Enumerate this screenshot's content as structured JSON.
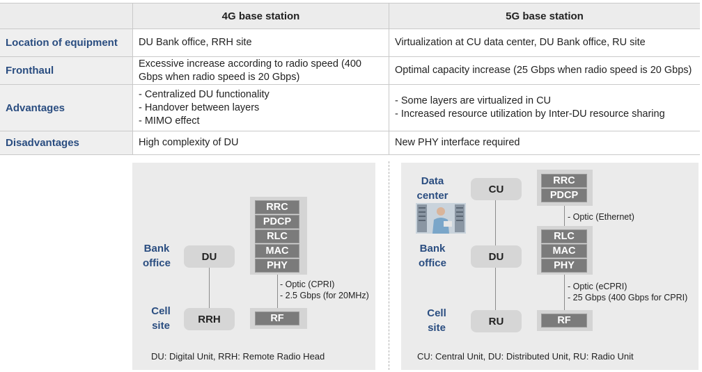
{
  "table": {
    "headers": [
      "",
      "4G base station",
      "5G base station"
    ],
    "rows": [
      {
        "label": "Location of equipment",
        "g4": [
          "DU Bank office, RRH site"
        ],
        "g5": [
          "Virtualization at CU data center, DU Bank office, RU site"
        ]
      },
      {
        "label": "Fronthaul",
        "g4": [
          "Excessive increase according to radio speed (400",
          "Gbps when radio speed is 20 Gbps)"
        ],
        "g5": [
          "Optimal capacity increase (25 Gbps when radio speed is 20 Gbps)"
        ]
      },
      {
        "label": "Advantages",
        "g4": [
          "- Centralized DU functionality",
          "- Handover between layers",
          "- MIMO effect"
        ],
        "g5": [
          "- Some layers are virtualized in CU",
          "- Increased resource utilization by Inter-DU resource sharing"
        ]
      },
      {
        "label": "Disadvantages",
        "g4": [
          "High complexity of DU"
        ],
        "g5": [
          "New PHY interface required"
        ]
      }
    ]
  },
  "diagram4g": {
    "bank_office": [
      "Bank",
      "office"
    ],
    "cell_site": [
      "Cell",
      "site"
    ],
    "du": "DU",
    "rrh": "RRH",
    "layers": [
      "RRC",
      "PDCP",
      "RLC",
      "MAC",
      "PHY"
    ],
    "rf": "RF",
    "link_note": [
      "- Optic (CPRI)",
      "- 2.5 Gbps (for 20MHz)"
    ],
    "legend": "DU: Digital Unit,   RRH: Remote Radio Head"
  },
  "diagram5g": {
    "data_center": [
      "Data",
      "center"
    ],
    "bank_office": [
      "Bank",
      "office"
    ],
    "cell_site": [
      "Cell",
      "site"
    ],
    "cu": "CU",
    "du": "DU",
    "ru": "RU",
    "cu_layers": [
      "RRC",
      "PDCP"
    ],
    "du_layers": [
      "RLC",
      "MAC",
      "PHY"
    ],
    "rf": "RF",
    "link1_note": [
      "- Optic (Ethernet)"
    ],
    "link2_note": [
      "- Optic (eCPRI)",
      "- 25 Gbps (400 Gbps for CPRI)"
    ],
    "legend": "CU: Central Unit,   DU: Distributed Unit,   RU: Radio Unit",
    "photo_icon": "person-at-server-photo"
  }
}
